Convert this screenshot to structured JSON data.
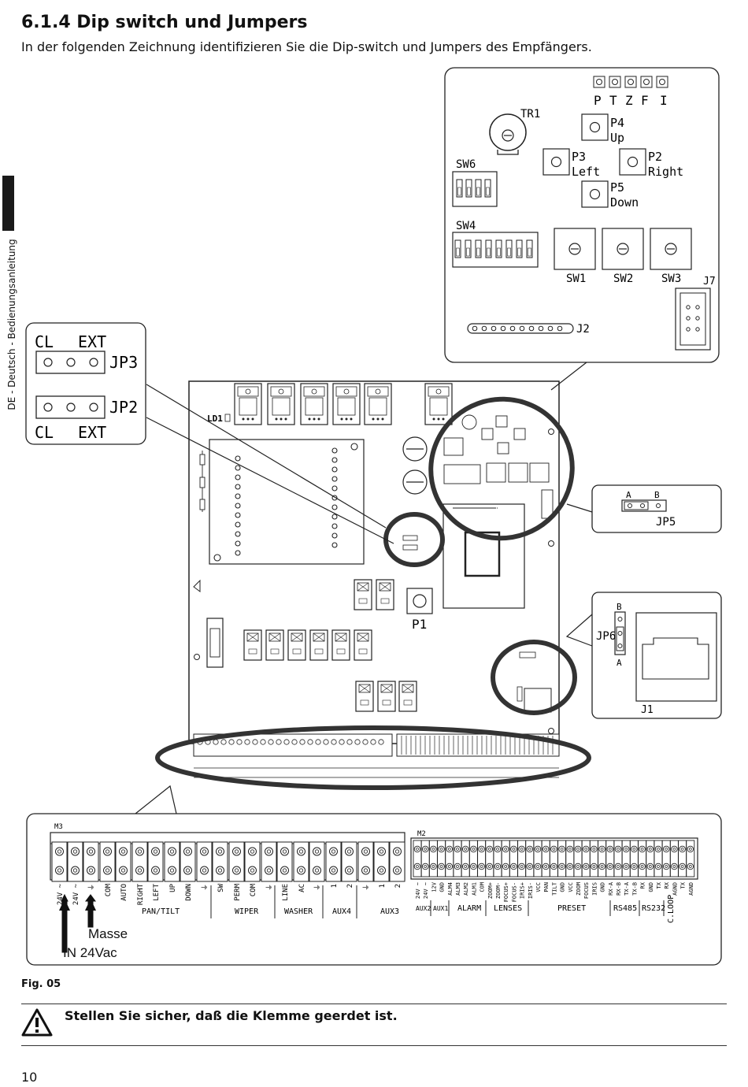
{
  "page": {
    "heading": "6.1.4  Dip switch und Jumpers",
    "intro": "In der folgenden Zeichnung identifizieren Sie die Dip-switch und Jumpers des Empfängers.",
    "side_tab": "DE - Deutsch - Bedienungsanleitung",
    "figure_caption": "Fig. 05",
    "warning": "Stellen Sie sicher, daß die Klemme geerdet ist.",
    "page_number": "10"
  },
  "figure": {
    "detail_top": {
      "leds": [
        "P",
        "T",
        "Z",
        "F",
        "I"
      ],
      "tr1": "TR1",
      "p4": [
        "P4",
        "Up"
      ],
      "p3": [
        "P3",
        "Left"
      ],
      "p2": [
        "P2",
        "Right"
      ],
      "p5": [
        "P5",
        "Down"
      ],
      "sw6": "SW6",
      "sw4": "SW4",
      "sw1": "SW1",
      "sw2": "SW2",
      "sw3": "SW3",
      "j7": "J7",
      "j2": "J2"
    },
    "detail_jp": {
      "jp3": "JP3",
      "jp2": "JP2",
      "cl": "CL",
      "ext": "EXT"
    },
    "detail_jp5": {
      "a": "A",
      "b": "B",
      "label": "JP5"
    },
    "detail_jp6": {
      "a": "A",
      "b": "B",
      "label": "JP6",
      "j1": "J1"
    },
    "board": {
      "ld1": "LD1",
      "p1": "P1",
      "m3": "M3",
      "m2": "M2"
    },
    "terminal": {
      "m3_label": "M3",
      "m2_label": "M2",
      "m3_pins": [
        "24V ~",
        "24V ~",
        "⏚",
        "COM",
        "AUTO",
        "RIGHT",
        "LEFT",
        "UP",
        "DOWN",
        "⏚",
        "SW",
        "PERM",
        "COM",
        "⏚",
        "LINE",
        "AC",
        "⏚",
        "1",
        "2",
        "⏚",
        "1",
        "2"
      ],
      "m3_groups": [
        "PAN/TILT",
        "WIPER",
        "WASHER",
        "AUX4",
        "AUX3"
      ],
      "m2_pins": [
        "24V ~",
        "24V ~",
        "12V",
        "GND",
        "ALM4",
        "ALM3",
        "ALM2",
        "ALM1",
        "COM",
        "ZOOM+",
        "ZOOM-",
        "FOCUS+",
        "FOCUS-",
        "IRIS+",
        "IRIS-",
        "VCC",
        "PAN",
        "TILT",
        "GND",
        "VCC",
        "ZOOM",
        "FOCUS",
        "IRIS",
        "GND",
        "RX-A",
        "RX-B",
        "TX-A",
        "TX-B",
        "RX",
        "GND",
        "TX",
        "RX",
        "AGND",
        "TX",
        "AGND"
      ],
      "m2_groups": [
        "AUX2",
        "AUX1",
        "ALARM",
        "LENSES",
        "PRESET",
        "RS485",
        "RS232",
        "C.LOOP"
      ],
      "masse": "Masse",
      "in24": "IN 24Vac"
    }
  }
}
